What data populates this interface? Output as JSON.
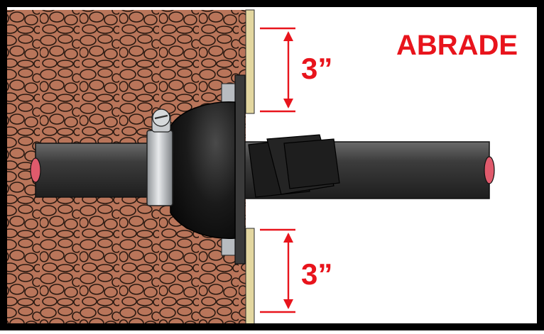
{
  "labels": {
    "abrade": "ABRADE",
    "dimension_top": "3”",
    "dimension_bottom": "3”"
  },
  "colors": {
    "frame": "#000000",
    "background": "#ffffff",
    "wall_fill": "#b9755a",
    "wall_stones": "#2a1a12",
    "abrade_band": "#e3d7a0",
    "flange": "#3a3a3a",
    "boot": "#161616",
    "pipe": "#3c3c3c",
    "pipe_end": "#e05a6c",
    "clamp": "#c9cccf",
    "tape": "#1c1c1c",
    "annotation": "#e8141c"
  },
  "icons": {
    "pipe": "pipe-icon",
    "clamp": "hose-clamp-icon",
    "boot": "rubber-boot-icon"
  }
}
